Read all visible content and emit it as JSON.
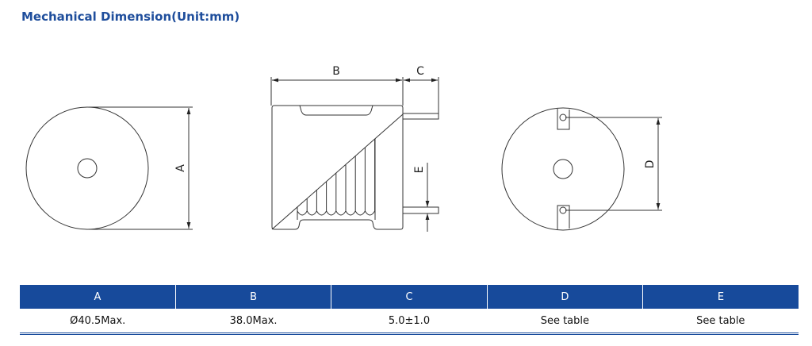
{
  "title": "Mechanical Dimension(Unit:mm)",
  "drawing": {
    "labels": {
      "a": "A",
      "b": "B",
      "c": "C",
      "d": "D",
      "e": "E"
    }
  },
  "table": {
    "headers": [
      "A",
      "B",
      "C",
      "D",
      "E"
    ],
    "values": [
      "Ø40.5Max.",
      "38.0Max.",
      "5.0±1.0",
      "See table",
      "See table"
    ]
  }
}
